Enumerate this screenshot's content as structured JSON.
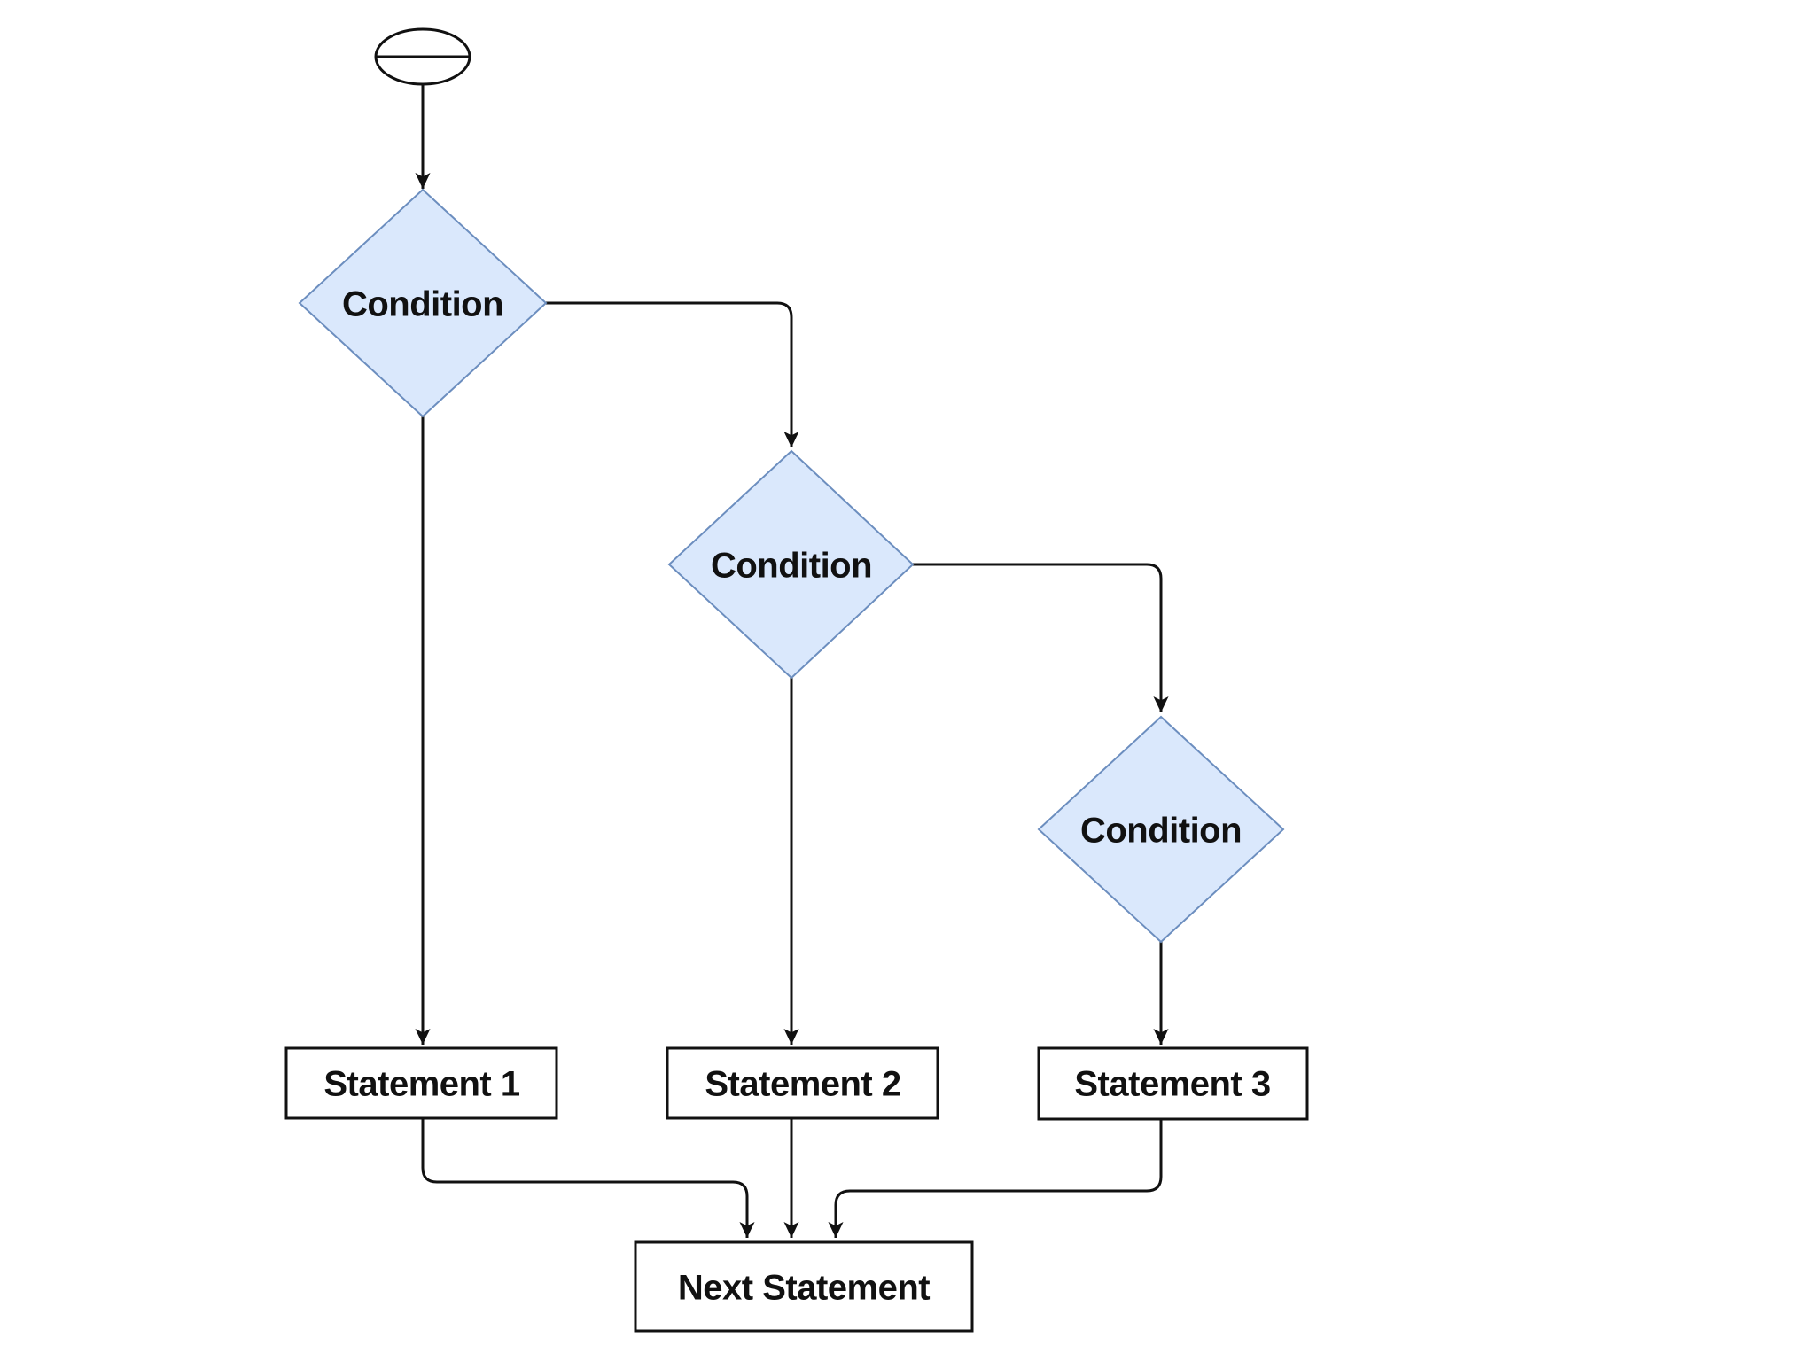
{
  "diagram": {
    "type": "flowchart",
    "nodes": {
      "start": {
        "kind": "start-terminator",
        "label": ""
      },
      "condition1": {
        "kind": "decision",
        "label": "Condition"
      },
      "condition2": {
        "kind": "decision",
        "label": "Condition"
      },
      "condition3": {
        "kind": "decision",
        "label": "Condition"
      },
      "statement1": {
        "kind": "process",
        "label": "Statement 1"
      },
      "statement2": {
        "kind": "process",
        "label": "Statement 2"
      },
      "statement3": {
        "kind": "process",
        "label": "Statement 3"
      },
      "next": {
        "kind": "process",
        "label": "Next Statement"
      }
    },
    "edges": [
      {
        "from": "start",
        "to": "condition1"
      },
      {
        "from": "condition1",
        "to": "condition2"
      },
      {
        "from": "condition1",
        "to": "statement1"
      },
      {
        "from": "condition2",
        "to": "condition3"
      },
      {
        "from": "condition2",
        "to": "statement2"
      },
      {
        "from": "condition3",
        "to": "statement3"
      },
      {
        "from": "statement1",
        "to": "next"
      },
      {
        "from": "statement2",
        "to": "next"
      },
      {
        "from": "statement3",
        "to": "next"
      }
    ],
    "colors": {
      "decision_fill": "#dae8fc",
      "decision_border": "#6c8ebf",
      "process_fill": "#ffffff",
      "process_border": "#111111",
      "edge": "#111111",
      "text": "#111111",
      "background": "#ffffff"
    }
  }
}
